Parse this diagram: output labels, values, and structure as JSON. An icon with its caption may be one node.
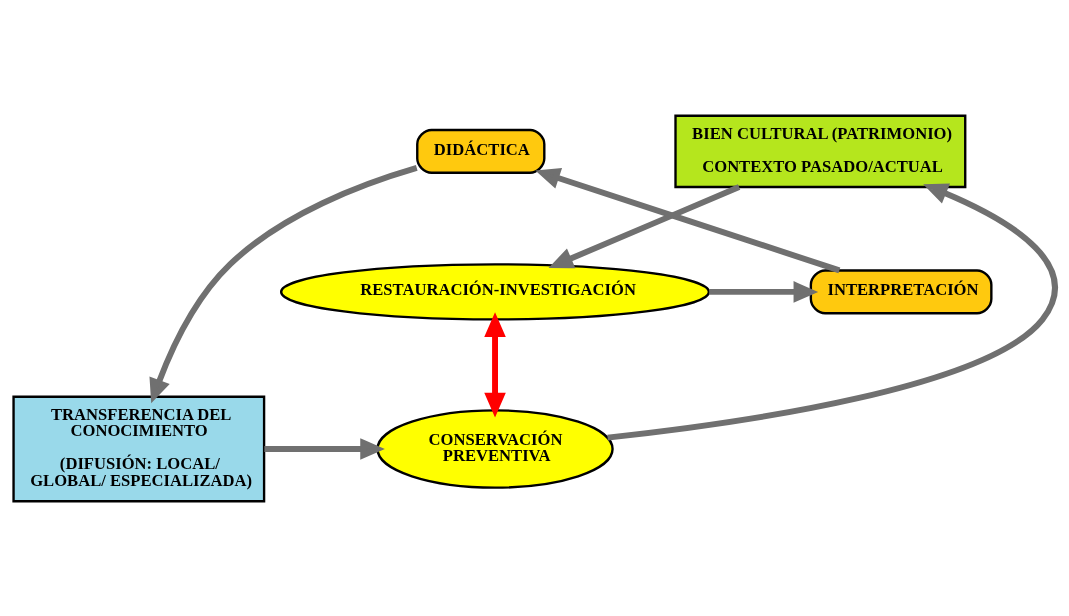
{
  "diagram": {
    "nodes": [
      {
        "text": [
          "BIEN CULTURAL (PATRIMONIO)",
          "CONTEXTO PASADO/ACTUAL"
        ]
      },
      {
        "text": [
          "RESTAURACIÓN-INVESTIGACIÓN"
        ]
      },
      {
        "text": [
          "INTERPRETACIÓN"
        ]
      },
      {
        "text": [
          "DIDÁCTICA"
        ]
      },
      {
        "text": [
          "TRANSFERENCIA DEL CONOCIMIENTO",
          "(DIFUSIÓN: LOCAL/ GLOBAL/ ESPECIALIZADA)"
        ]
      },
      {
        "text": [
          "CONSERVACIÓN PREVENTIVA"
        ]
      }
    ],
    "edges": [
      {
        "from": 0,
        "to": 1,
        "arrow": "to"
      },
      {
        "from": 1,
        "to": 2,
        "arrow": "to"
      },
      {
        "from": 2,
        "to": 3,
        "arrow": "to"
      },
      {
        "from": 3,
        "to": 4,
        "arrow": "to"
      },
      {
        "from": 4,
        "to": 5,
        "arrow": "to"
      },
      {
        "from": 5,
        "to": 0,
        "arrow": "to"
      },
      {
        "from": 1,
        "to": 5,
        "arrow": "both",
        "color": "#ff0000"
      }
    ]
  }
}
